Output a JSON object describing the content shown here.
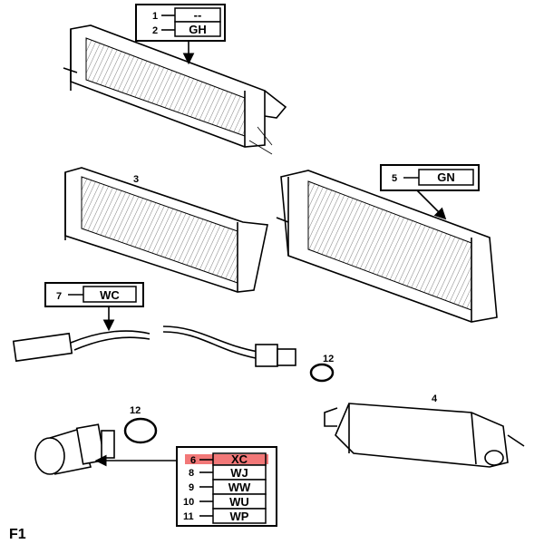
{
  "figure_label": "F1",
  "callouts": [
    {
      "group": "radiator-top",
      "rows": [
        {
          "num": "1",
          "code": "--"
        },
        {
          "num": "2",
          "code": "GH"
        }
      ]
    },
    {
      "group": "radiator-right",
      "rows": [
        {
          "num": "5",
          "code": "GN"
        }
      ]
    },
    {
      "group": "harness",
      "rows": [
        {
          "num": "7",
          "code": "WC"
        }
      ]
    },
    {
      "group": "sensor",
      "rows": [
        {
          "num": "6",
          "code": "XC",
          "highlighted": true
        },
        {
          "num": "8",
          "code": "WJ"
        },
        {
          "num": "9",
          "code": "WW"
        },
        {
          "num": "10",
          "code": "WU"
        },
        {
          "num": "11",
          "code": "WP"
        }
      ]
    }
  ],
  "part_labels": {
    "radiator_middle": "3",
    "intercooler": "4",
    "oring_upper": "12",
    "oring_lower": "12"
  },
  "highlight_color": "#f06060"
}
